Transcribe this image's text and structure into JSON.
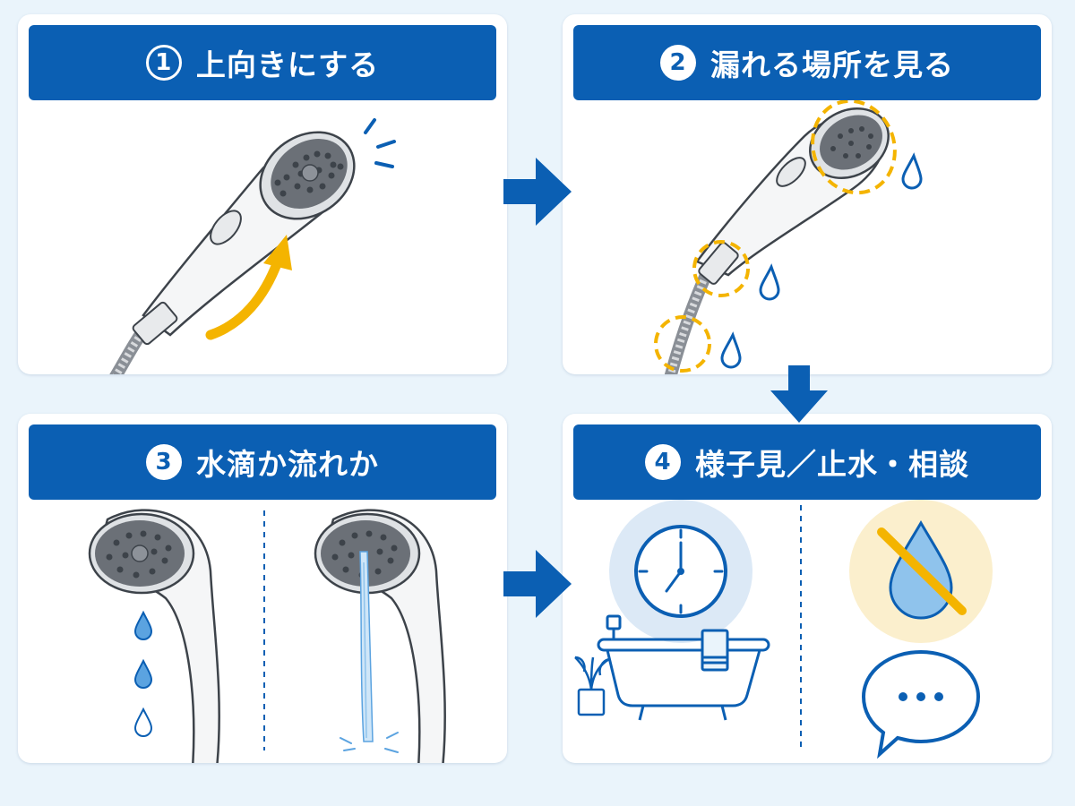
{
  "steps": [
    {
      "number": "1",
      "title": "上向きにする",
      "icon": "shower-head-turn-up-icon"
    },
    {
      "number": "2",
      "title": "漏れる場所を見る",
      "icon": "leak-spots-icon"
    },
    {
      "number": "3",
      "title": "水滴か流れか",
      "icon": "drip-vs-stream-icon"
    },
    {
      "number": "4",
      "title": "様子見／止水・相談",
      "icon": "wait-stop-consult-icon"
    }
  ],
  "colors": {
    "header_blue": "#0b5fb3",
    "highlight_yellow": "#f4b400",
    "water_blue": "#4a90d9",
    "background": "#eaf4fb"
  }
}
